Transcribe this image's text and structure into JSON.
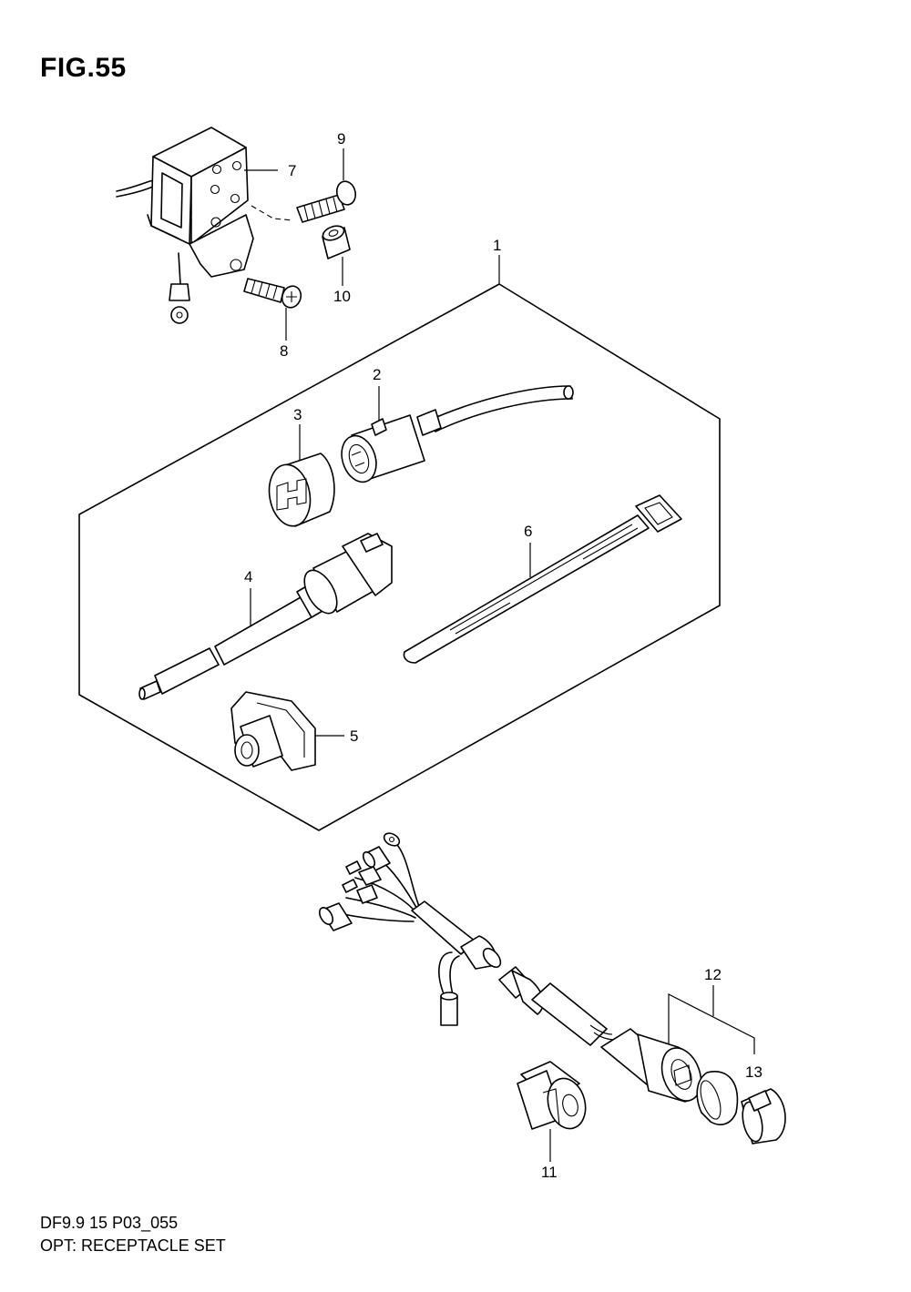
{
  "figure": {
    "title": "FIG.55",
    "code": "DF9.9 15 P03_055",
    "description": "OPT: RECEPTACLE SET"
  },
  "callouts": [
    "1",
    "2",
    "3",
    "4",
    "5",
    "6",
    "7",
    "8",
    "9",
    "10",
    "11",
    "12",
    "13"
  ]
}
